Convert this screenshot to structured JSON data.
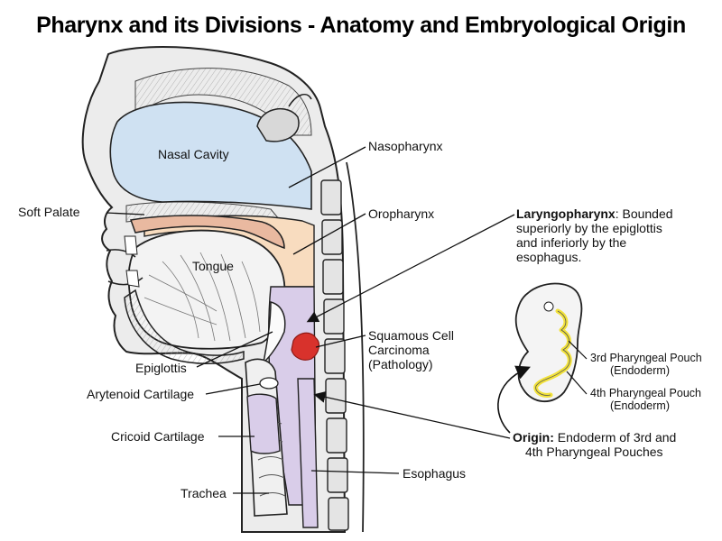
{
  "title": "Pharynx and its Divisions - Anatomy and Embryological Origin",
  "labels": {
    "nasal_cavity": "Nasal Cavity",
    "tongue": "Tongue",
    "soft_palate": "Soft Palate",
    "nasopharynx": "Nasopharynx",
    "oropharynx": "Oropharynx",
    "laryngopharynx_heading": "Laryngopharynx",
    "laryngopharynx_desc_1": ": Bounded",
    "laryngopharynx_desc_2": "superiorly by the epiglottis",
    "laryngopharynx_desc_3": "and inferiorly by the",
    "laryngopharynx_desc_4": "esophagus.",
    "squamous_1": "Squamous Cell",
    "squamous_2": "Carcinoma",
    "squamous_3": "(Pathology)",
    "epiglottis": "Epiglottis",
    "arytenoid": "Arytenoid Cartilage",
    "cricoid": "Cricoid Cartilage",
    "trachea": "Trachea",
    "esophagus": "Esophagus",
    "pouch3_1": "3rd Pharyngeal Pouch",
    "pouch3_2": "(Endoderm)",
    "pouch4_1": "4th Pharyngeal Pouch",
    "pouch4_2": "(Endoderm)",
    "origin_heading": "Origin:",
    "origin_desc_1": " Endoderm of 3rd and",
    "origin_desc_2": "4th Pharyngeal Pouches"
  },
  "colors": {
    "nasopharynx": "#cfe1f2",
    "oropharynx": "#f8dcbf",
    "laryngopharynx": "#d9cde9",
    "tumor": "#d8322c",
    "pouch": "#f2e23a",
    "outline": "#222222"
  }
}
